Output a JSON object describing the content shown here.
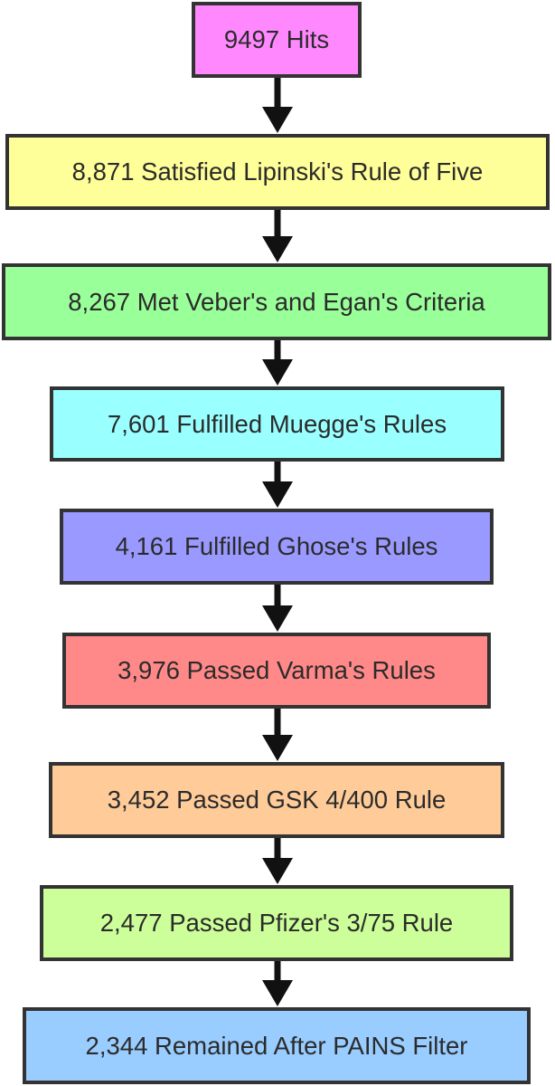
{
  "diagram": {
    "steps": [
      {
        "label": "9497 Hits",
        "color": "#ff88ff"
      },
      {
        "label": "8,871 Satisfied Lipinski's Rule of Five",
        "color": "#ffff99"
      },
      {
        "label": "8,267 Met Veber's and Egan's Criteria",
        "color": "#99ff99"
      },
      {
        "label": "7,601 Fulfilled Muegge's Rules",
        "color": "#99ffff"
      },
      {
        "label": "4,161 Fulfilled Ghose's Rules",
        "color": "#9999ff"
      },
      {
        "label": "3,976 Passed Varma's Rules",
        "color": "#ff8888"
      },
      {
        "label": "3,452 Passed GSK 4/400 Rule",
        "color": "#ffcc99"
      },
      {
        "label": "2,477 Passed Pfizer's 3/75 Rule",
        "color": "#ccff99"
      },
      {
        "label": "2,344 Remained After PAINS Filter",
        "color": "#99ccff"
      }
    ],
    "arrow_color": "#111111",
    "border_color": "#333333"
  }
}
